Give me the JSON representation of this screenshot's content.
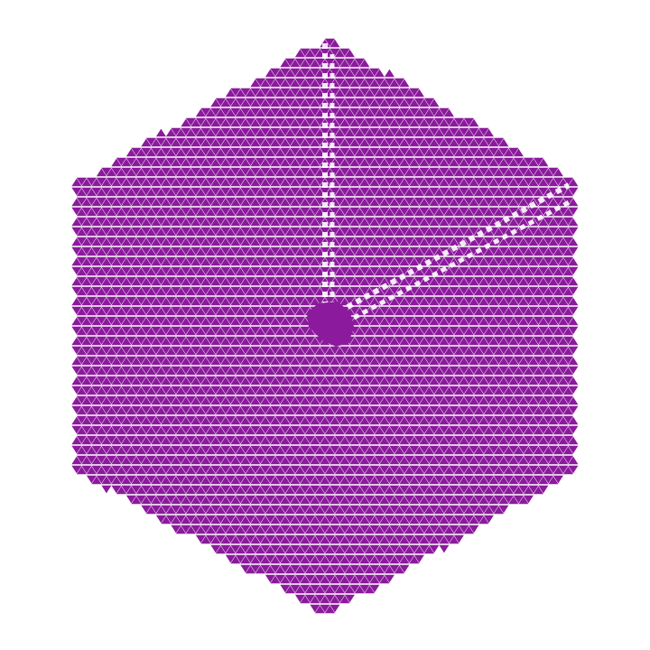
{
  "diagram": {
    "type": "triangular-lattice-hexagon",
    "fill_color": "#8b1a9c",
    "background_color": "#ffffff",
    "grid_lines_hidden": true,
    "features": [
      "center-cluster",
      "vertical-defect-line-up",
      "diagonal-defect-line-upper-right"
    ]
  }
}
